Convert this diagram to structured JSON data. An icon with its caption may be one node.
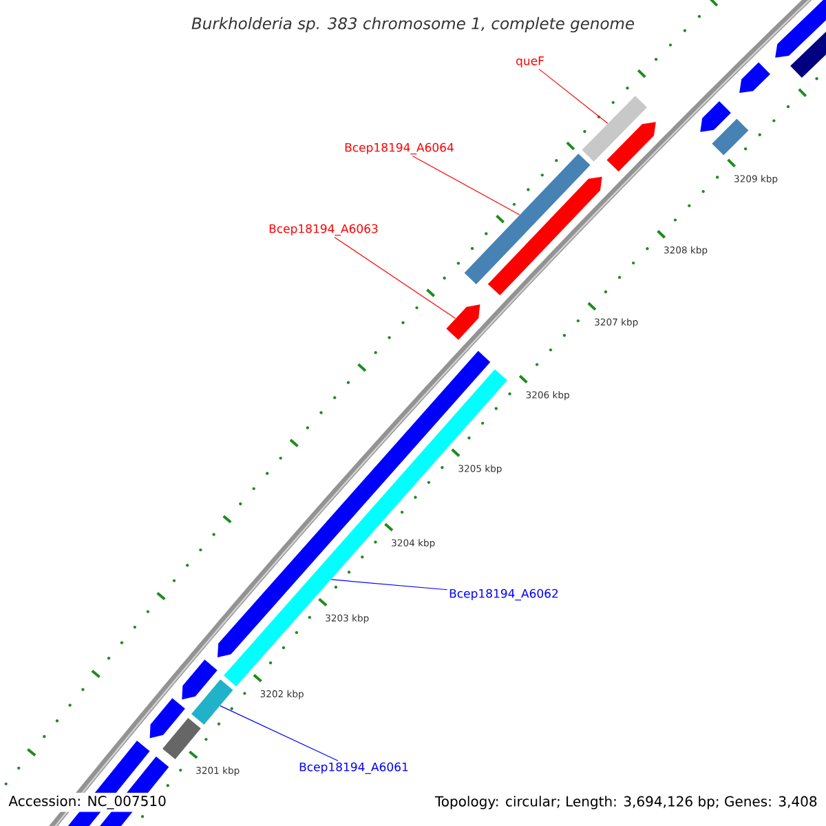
{
  "diagram": {
    "title": "Burkholderia sp. 383 chromosome 1, complete genome",
    "nodes": [
      {
        "text": [
          "queF"
        ]
      },
      {
        "text": [
          "Bcep18194_A6064"
        ]
      },
      {
        "text": [
          "Bcep18194_A6063"
        ]
      },
      {
        "text": [
          "Bcep18194_A6062"
        ]
      },
      {
        "text": [
          "Bcep18194_A6061"
        ]
      },
      {
        "text": [],
        "shape": "bar"
      },
      {
        "text": [],
        "shape": "bar"
      },
      {
        "text": [],
        "shape": "bar"
      },
      {
        "text": [],
        "shape": "bar"
      },
      {
        "text": [],
        "shape": "bar"
      }
    ],
    "edges": [
      {
        "from": 0,
        "to": 5,
        "arrow": "none",
        "color": "#ff0000"
      },
      {
        "from": 1,
        "to": 6,
        "arrow": "none",
        "color": "#ff0000"
      },
      {
        "from": 2,
        "to": 7,
        "arrow": "none",
        "color": "#ff0000"
      },
      {
        "from": 3,
        "to": 8,
        "arrow": "none",
        "color": "#0000ff"
      },
      {
        "from": 4,
        "to": 9,
        "arrow": "none",
        "color": "#0000ff"
      }
    ],
    "labels": [
      "3209 kbp",
      "3208 kbp",
      "3207 kbp",
      "3206 kbp",
      "3205 kbp",
      "3204 kbp",
      "3203 kbp",
      "3202 kbp",
      "3201 kbp",
      "Accession: NC_007510",
      "Topology: circular; Length: 3,694,126 bp; Genes: 3,408"
    ]
  }
}
